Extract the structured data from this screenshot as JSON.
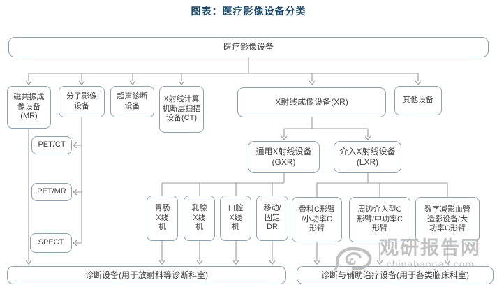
{
  "title": "图表：医疗影像设备分类",
  "colors": {
    "title_text": "#1d4a68",
    "box_border": "#8ba2b2",
    "box_text": "#3d3d3d",
    "connector_line": "#9b9b9b",
    "watermark": "#b7b7b7"
  },
  "tree": {
    "root": "医疗影像设备",
    "level2": {
      "mr": "磁共振成\n像设备\n(MR)",
      "molecular": "分子影像\n设备",
      "ultrasound": "超声诊断\n设备",
      "ct": "X射线计算\n机断层扫描\n设备(CT)",
      "xr": "X射线成像设备(XR)",
      "other": "其他设备"
    },
    "molecular_children": {
      "petct": "PET/CT",
      "petmr": "PET/MR",
      "spect": "SPECT"
    },
    "xr_children": {
      "gxr": "通用X射线设备\n(GXR)",
      "lxr": "介入X射线设备\n(LXR)"
    },
    "gxr_children": {
      "gi": "胃肠\nX线\n机",
      "mammo": "乳腺\nX线\n机",
      "oral": "口腔\nX线\n机",
      "dr": "移动/\n固定\nDR"
    },
    "lxr_children": {
      "ortho_c_arm": "骨科C形臂\n/小功率C\n形臂",
      "peripheral_c_arm": "周边介入型C\n形臂/中功率C\n形臂",
      "dsa": "数字减影血管\n造影设备/大\n功率C形臂"
    },
    "outcomes": {
      "diagnostic": "诊断设备(用于放射科等诊断科室)",
      "treatment": "诊断与辅助治疗设备(用于各类临床科室)"
    }
  },
  "watermark": {
    "site_name": "观研报告网",
    "site_domain": "chinabaogao.com"
  }
}
